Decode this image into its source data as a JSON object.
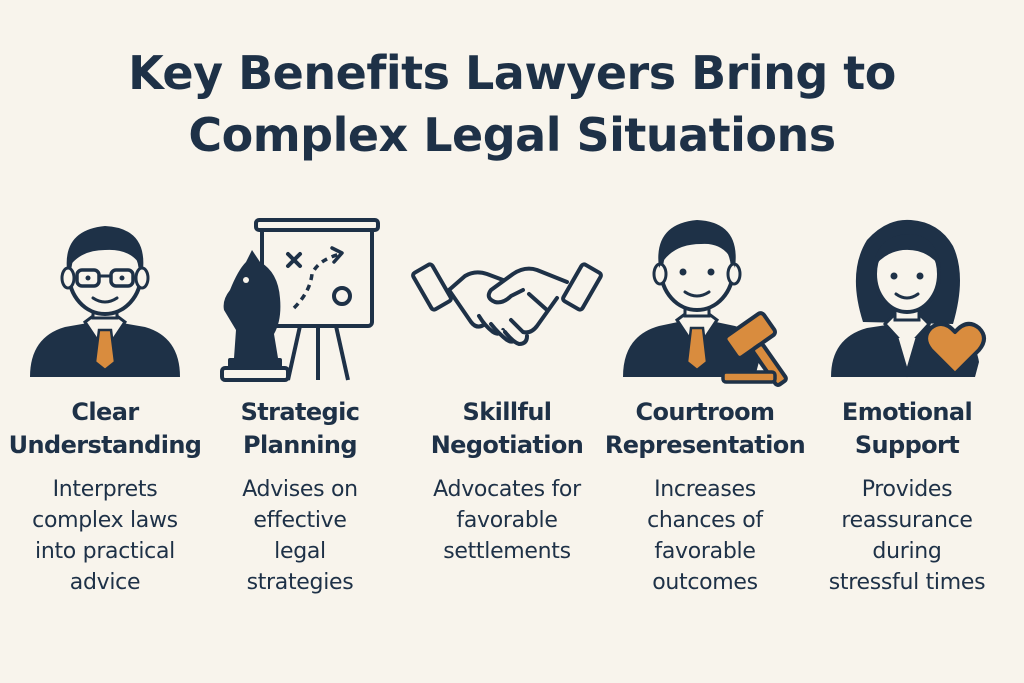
{
  "title": {
    "line1": "Key Benefits Lawyers Bring to",
    "line2": "Complex Legal Situations"
  },
  "colors": {
    "navy": "#1e3147",
    "orange": "#d98c3e",
    "background": "#f8f4ec"
  },
  "benefits": [
    {
      "icon": "lawyer-with-glasses-icon",
      "heading": [
        "Clear",
        "Understanding"
      ],
      "description": [
        "Interprets",
        "complex laws",
        "into practical",
        "advice"
      ]
    },
    {
      "icon": "chess-knight-strategy-board-icon",
      "heading": [
        "Strategic",
        "Planning"
      ],
      "description": [
        "Advises on",
        "effective",
        "legal",
        "strategies"
      ]
    },
    {
      "icon": "handshake-icon",
      "heading": [
        "Skillful",
        "Negotiation"
      ],
      "description": [
        "Advocates for",
        "favorable",
        "settlements"
      ]
    },
    {
      "icon": "lawyer-with-gavel-icon",
      "heading": [
        "Courtroom",
        "Representation"
      ],
      "description": [
        "Increases",
        "chances of",
        "favorable",
        "outcomes"
      ]
    },
    {
      "icon": "woman-with-heart-icon",
      "heading": [
        "Emotional",
        "Support"
      ],
      "description": [
        "Provides",
        "reassurance",
        "during",
        "stressful times"
      ]
    }
  ]
}
